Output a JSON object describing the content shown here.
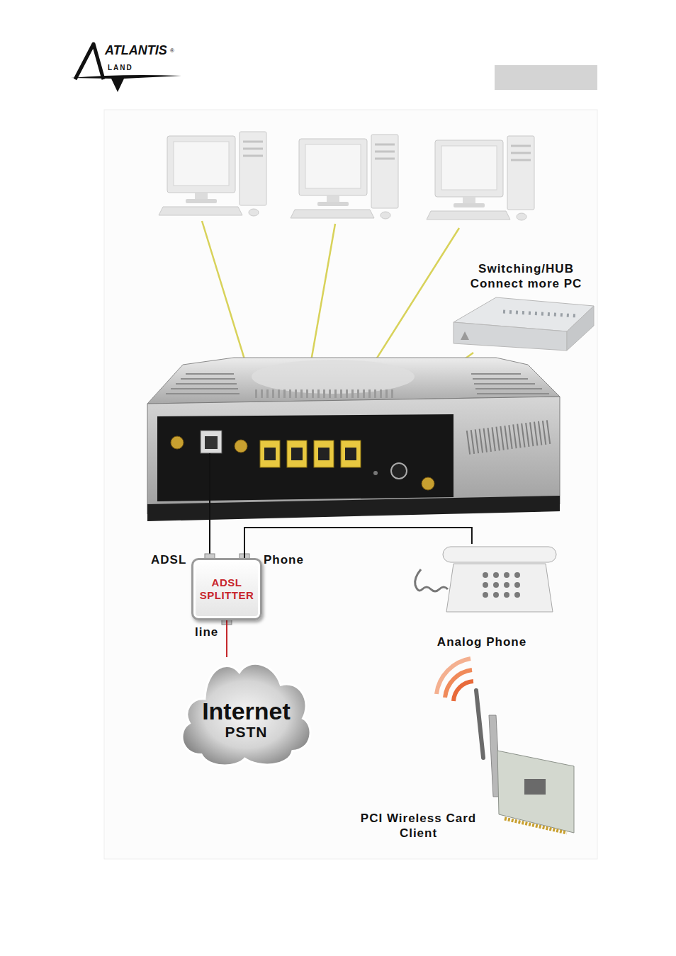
{
  "diagram": {
    "nodes": [
      {
        "text": [
          "Switching/HUB Connect more PC"
        ]
      },
      {
        "text": [
          "ADSL SPLITTER"
        ]
      },
      {
        "text": [
          "Analog Phone"
        ]
      },
      {
        "text": [
          "Internet",
          "PSTN"
        ]
      },
      {
        "text": [
          "PCI Wireless Card Client"
        ]
      }
    ],
    "edges": [
      {
        "from": 1,
        "to": 3,
        "arrow": "none"
      },
      {
        "from": 1,
        "to": 2,
        "arrow": "none"
      }
    ],
    "labels": [
      "ATLANTIS",
      "LAND",
      "®",
      "ADSL",
      "Phone",
      "line"
    ]
  }
}
